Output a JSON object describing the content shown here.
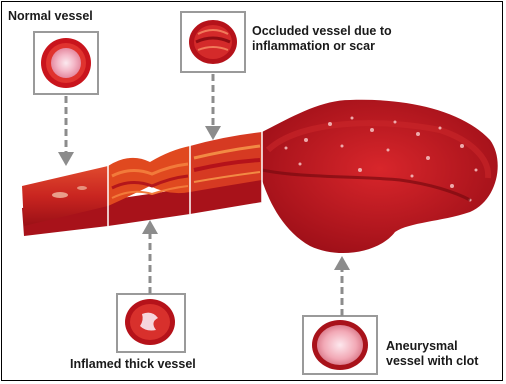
{
  "labels": {
    "normal": "Normal vessel",
    "occluded_line1": "Occluded vessel due to",
    "occluded_line2": "inflammation or scar",
    "inflamed": "Inflamed thick vessel",
    "aneurysmal_line1": "Aneurysmal",
    "aneurysmal_line2": "vessel with clot"
  },
  "colors": {
    "vessel_dark": "#a8121a",
    "vessel_mid": "#d42a2a",
    "vessel_light": "#e8503a",
    "arrow": "#8c8c8c"
  }
}
